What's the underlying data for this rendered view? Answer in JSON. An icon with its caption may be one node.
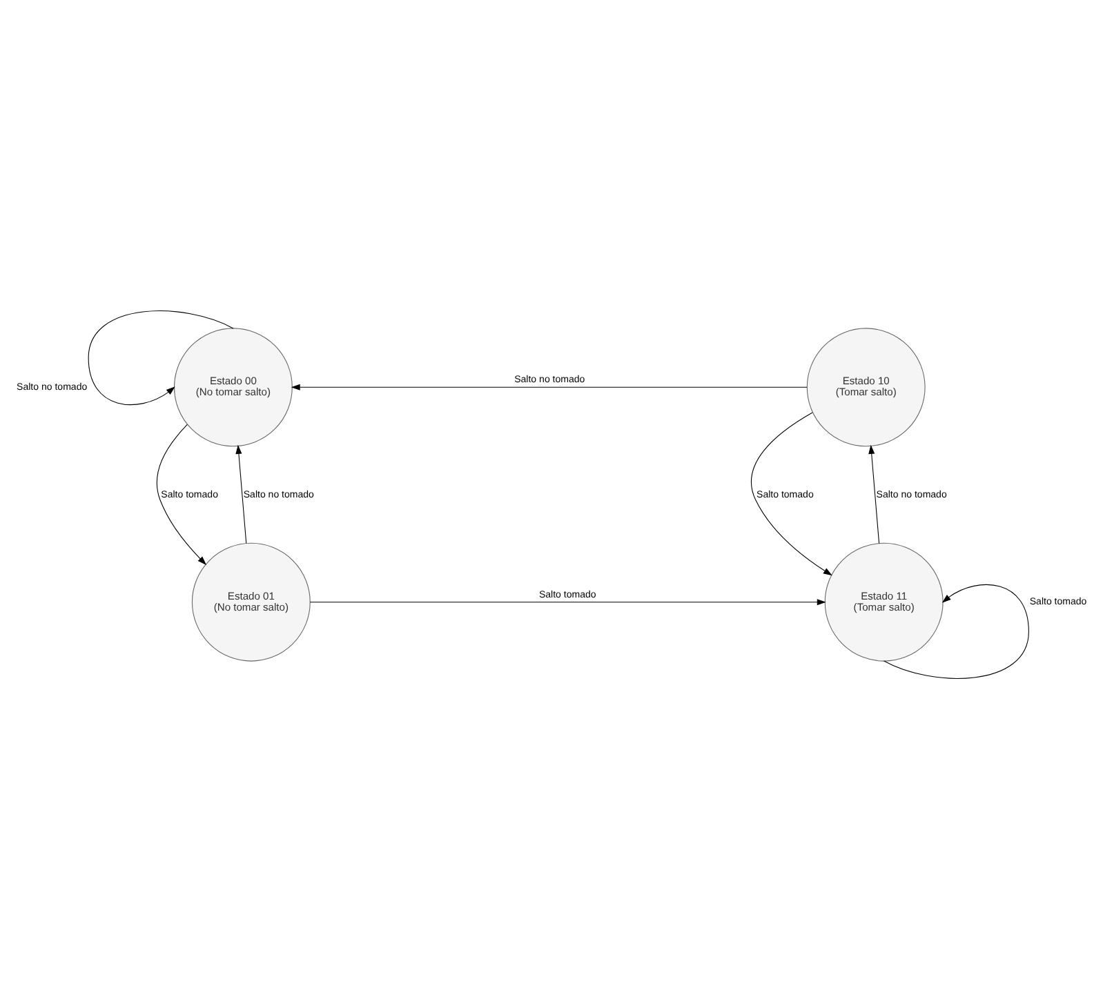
{
  "diagram": {
    "nodes": [
      {
        "text": [
          "Estado 00",
          "(No tomar salto)"
        ]
      },
      {
        "text": [
          "Estado 10",
          "(Tomar salto)"
        ]
      },
      {
        "text": [
          "Estado 01",
          "(No tomar salto)"
        ]
      },
      {
        "text": [
          "Estado 11",
          "(Tomar salto)"
        ]
      }
    ],
    "edges": [
      {
        "from": 0,
        "to": 0,
        "arrow": "to",
        "label": "Salto no tomado"
      },
      {
        "from": 1,
        "to": 0,
        "arrow": "to",
        "label": "Salto no tomado"
      },
      {
        "from": 0,
        "to": 2,
        "arrow": "to",
        "label": "Salto tomado"
      },
      {
        "from": 2,
        "to": 0,
        "arrow": "to",
        "label": "Salto no tomado"
      },
      {
        "from": 1,
        "to": 3,
        "arrow": "to",
        "label": "Salto tomado"
      },
      {
        "from": 3,
        "to": 1,
        "arrow": "to",
        "label": "Salto no tomado"
      },
      {
        "from": 2,
        "to": 3,
        "arrow": "to",
        "label": "Salto tomado"
      },
      {
        "from": 3,
        "to": 3,
        "arrow": "to",
        "label": "Salto tomado"
      }
    ]
  }
}
